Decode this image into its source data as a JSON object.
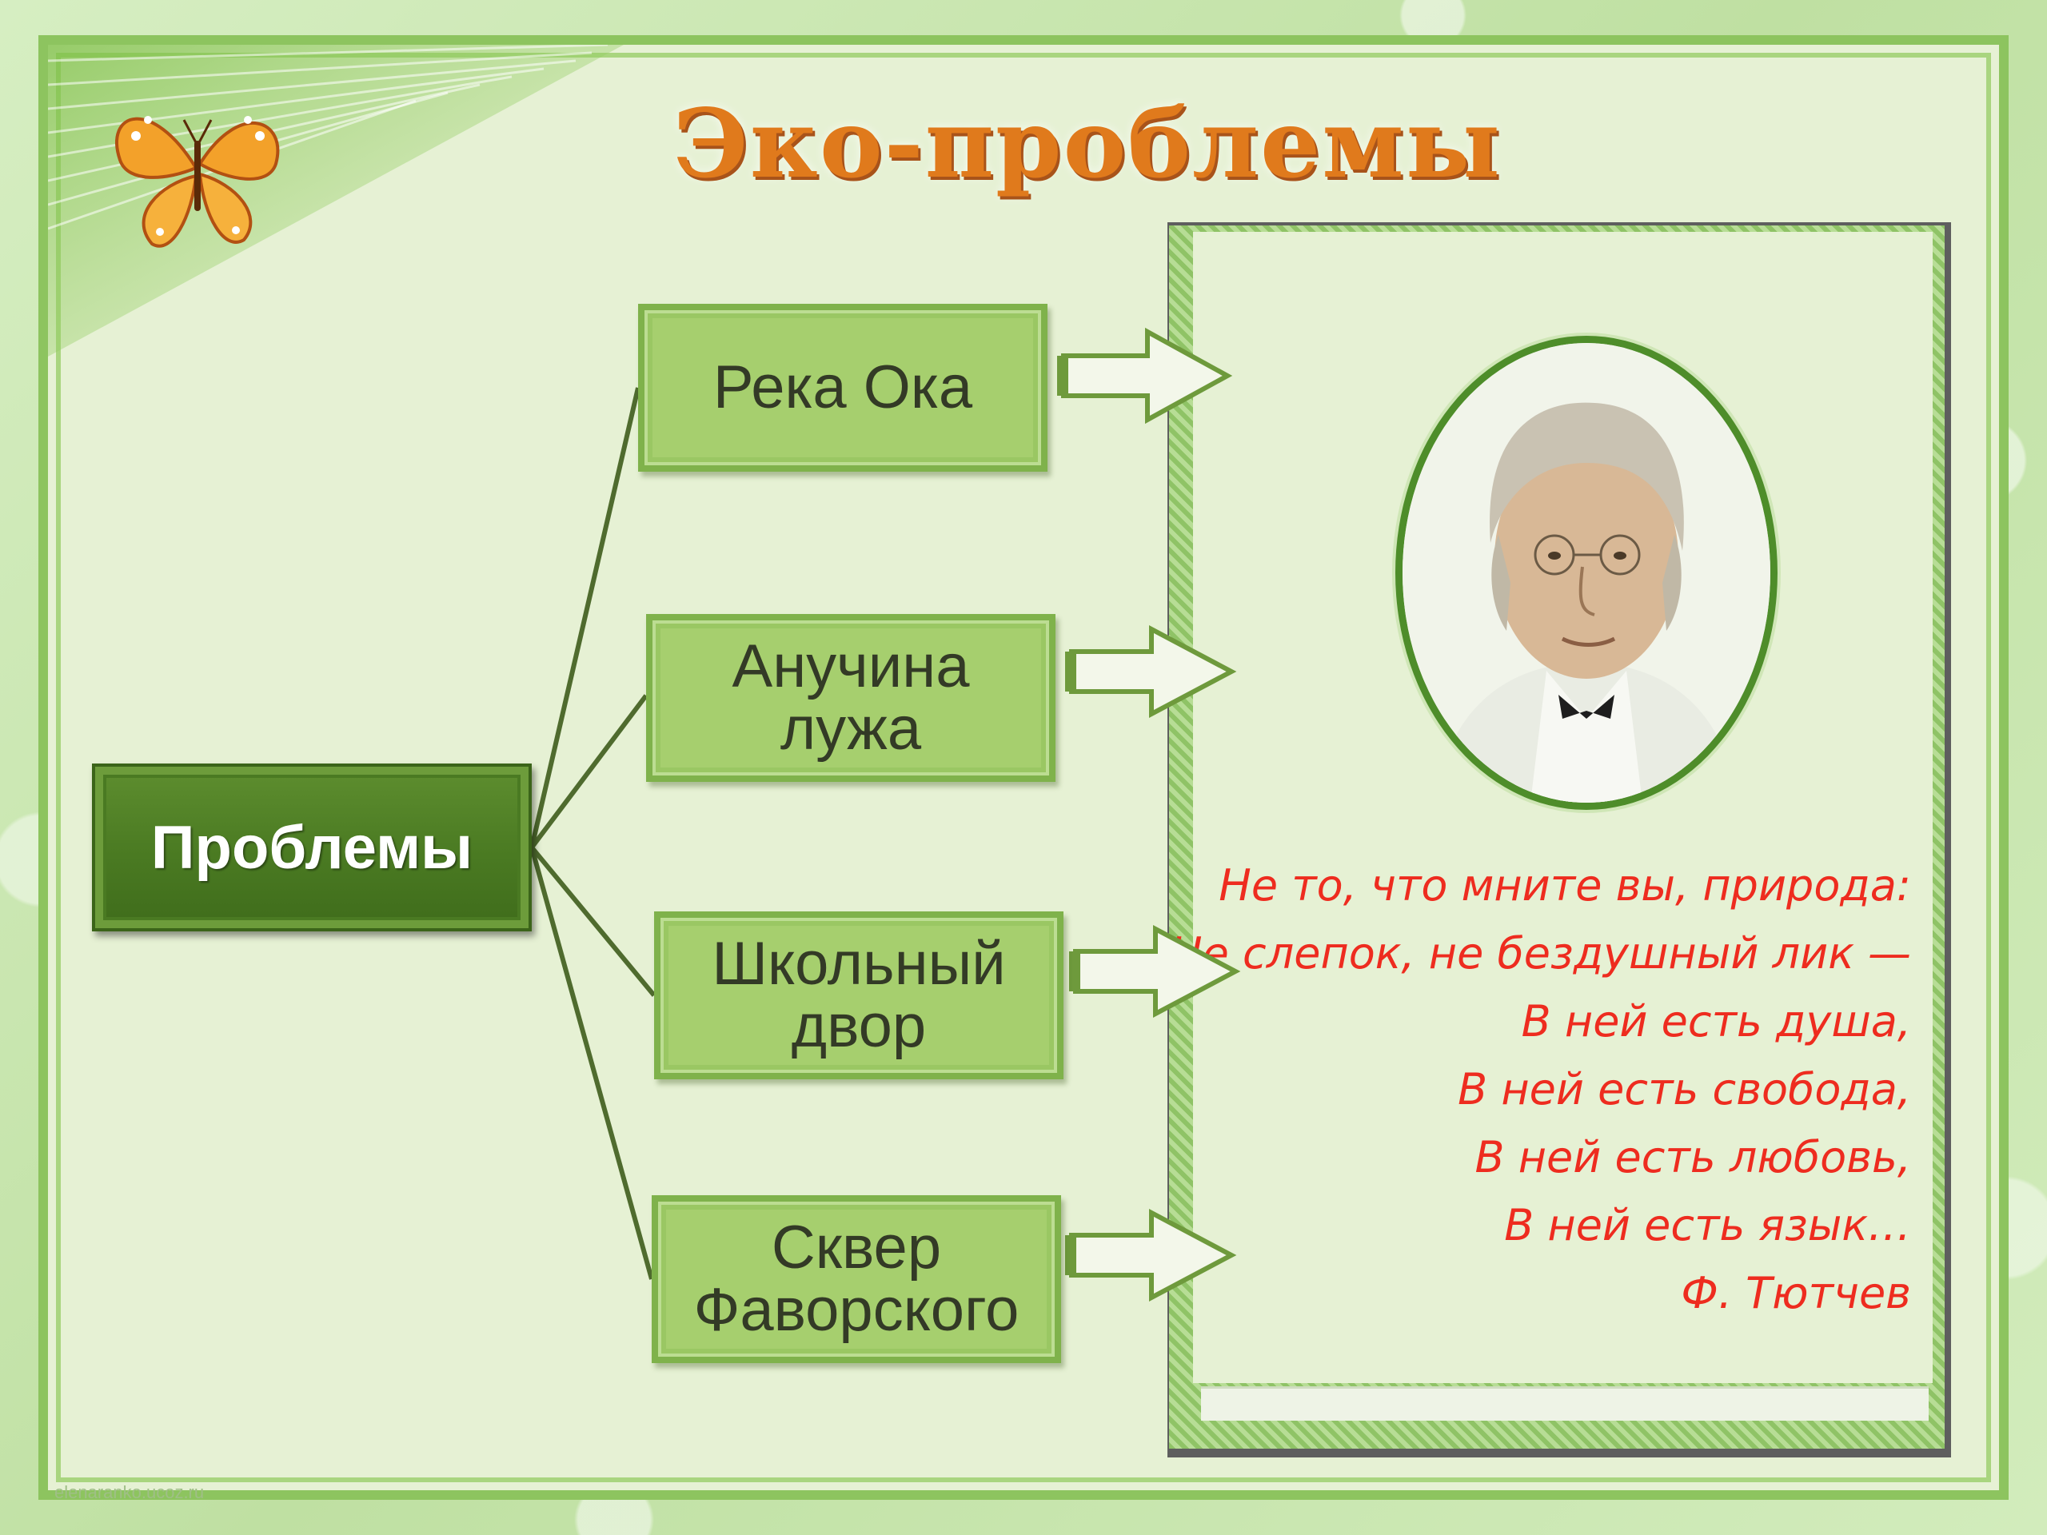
{
  "slide": {
    "title": "Эко-проблемы",
    "watermark": "elenaranko.ucoz.ru"
  },
  "diagram": {
    "root": "Проблемы",
    "branches": [
      {
        "line1": "Река Ока",
        "line2": ""
      },
      {
        "line1": "Анучина",
        "line2": "лужа"
      },
      {
        "line1": "Школьный",
        "line2": "двор"
      },
      {
        "line1": "Сквер",
        "line2": "Фаворского"
      }
    ]
  },
  "poem": {
    "lines": [
      "Не то, что мните вы, природа:",
      "Не слепок, не бездушный лик —",
      "В ней есть душа,",
      "В ней есть свобода,",
      "В ней есть любовь,",
      "В ней есть язык…"
    ],
    "author": "Ф. Тютчев"
  },
  "colors": {
    "title": "#e07a1c",
    "poem": "#ee2c1f",
    "box": "#a6cf6e",
    "root": "#4a7a22"
  },
  "icons": [
    "butterfly-icon",
    "portrait-image"
  ]
}
